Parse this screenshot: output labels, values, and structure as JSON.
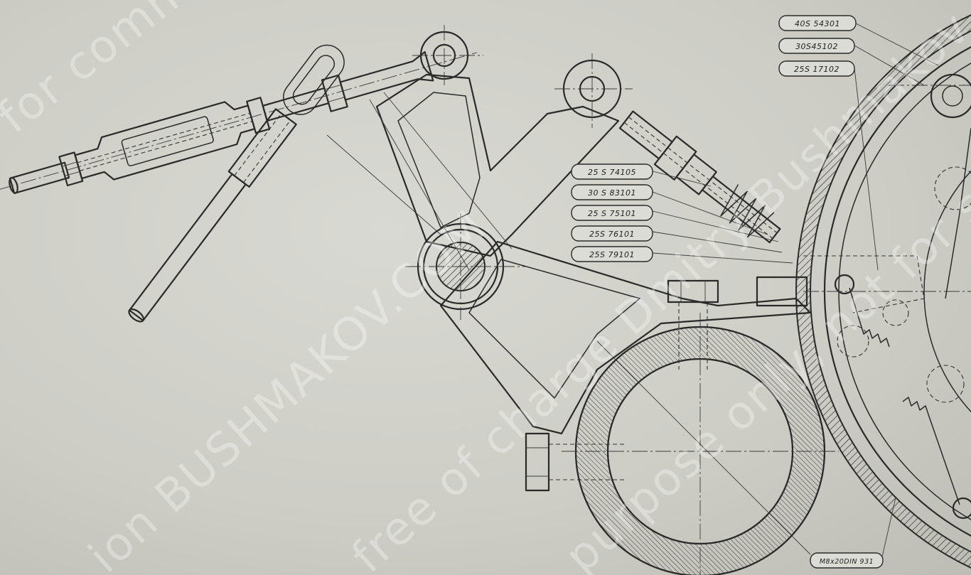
{
  "drawing": {
    "part_labels": [
      "40S 54301",
      "30S45102",
      "25S 17102",
      "25 S 74105",
      "30 S 83101",
      "25 S 75101",
      "25S 76101",
      "25S 79101",
      "M8x20DIN 931"
    ]
  },
  "watermark": {
    "lines": [
      "for commer",
      "ion BUSHMAKOV.COM",
      "free of charge Dmitry Bushmakov",
      "purpose only, not for sale"
    ]
  },
  "colors": {
    "paper": "#cfcfc9",
    "ink": "#2a2a2a"
  }
}
